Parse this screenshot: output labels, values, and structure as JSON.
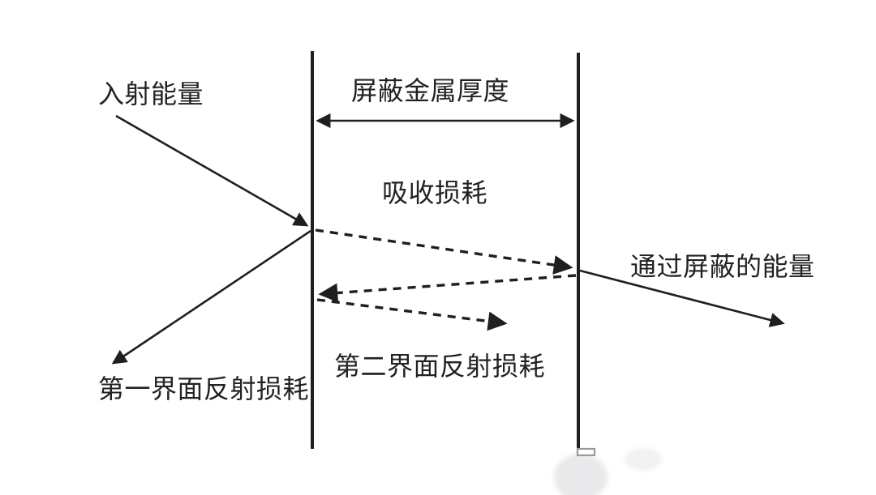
{
  "figure": {
    "description_labels": {
      "incident_energy": "入射能量",
      "shield_metal_thickness": "屏蔽金属厚度",
      "absorption_loss": "吸收损耗",
      "energy_through_shield": "通过屏蔽的能量",
      "first_interface_reflection_loss": "第一界面反射损耗",
      "second_interface_reflection_loss": "第二界面反射损耗"
    },
    "colors": {
      "background": "#ffffff",
      "line": "#1f1f1f",
      "text": "#222222",
      "watermark_artifact": "#e9e9eb"
    }
  }
}
